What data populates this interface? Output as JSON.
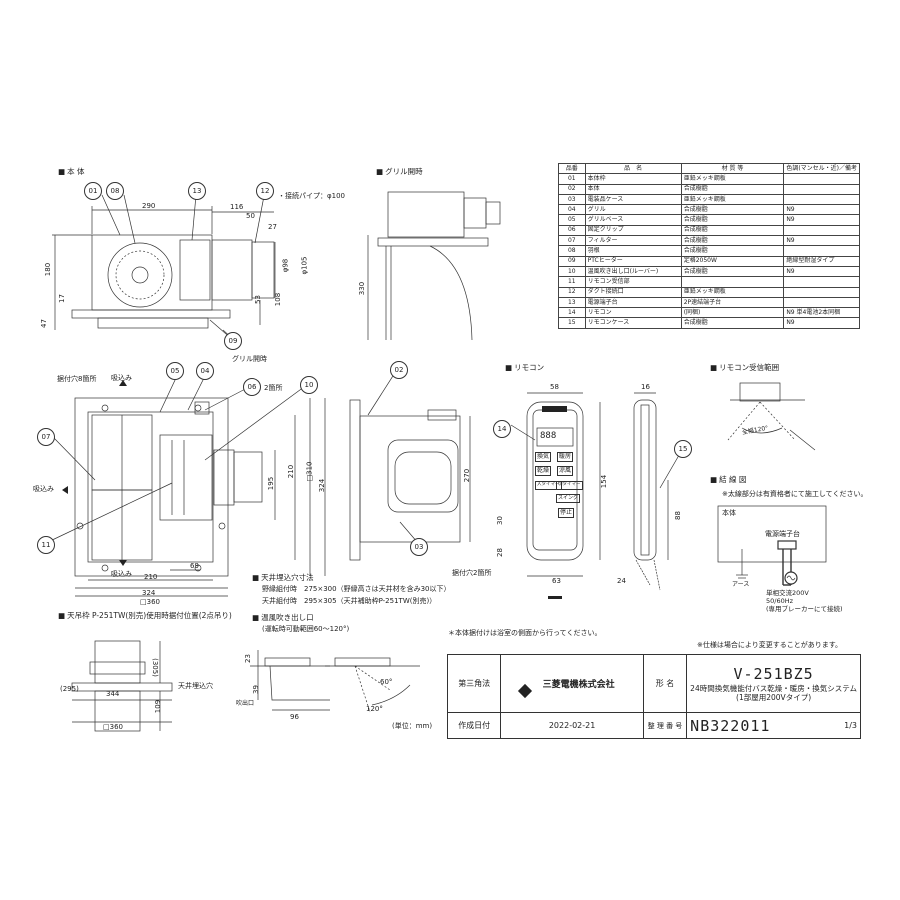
{
  "sections": {
    "body": "本 体",
    "grille_open": "グリル開時",
    "remote": "リモコン",
    "receiver_range": "リモコン受信範囲",
    "wiring": "結 線 図",
    "ceiling_frame": "天吊枠 P-251TW(別売)使用時据付位置(2点吊り)",
    "ceiling_opening": "天井埋込穴寸法",
    "outlet": "温風吹き出し口"
  },
  "parts_table": {
    "headers": [
      "品番",
      "品　名",
      "材 質 等",
      "色調(マンセル・近)／備考"
    ],
    "rows": [
      [
        "01",
        "本体枠",
        "亜鉛メッキ鋼板",
        ""
      ],
      [
        "02",
        "本体",
        "合成樹脂",
        ""
      ],
      [
        "03",
        "電装品ケース",
        "亜鉛メッキ鋼板",
        ""
      ],
      [
        "04",
        "グリル",
        "合成樹脂",
        "N9"
      ],
      [
        "05",
        "グリルベース",
        "合成樹脂",
        "N9"
      ],
      [
        "06",
        "固定クリップ",
        "合成樹脂",
        ""
      ],
      [
        "07",
        "フィルター",
        "合成樹脂",
        "N9"
      ],
      [
        "08",
        "羽根",
        "合成樹脂",
        ""
      ],
      [
        "09",
        "PTCヒーター",
        "定格2050W",
        "絶縁型耐湿タイプ"
      ],
      [
        "10",
        "温風吹き出し口(ルーバー)",
        "合成樹脂",
        "N9"
      ],
      [
        "11",
        "リモコン受信部",
        "",
        ""
      ],
      [
        "12",
        "ダクト接続口",
        "亜鉛メッキ鋼板",
        ""
      ],
      [
        "13",
        "電源端子台",
        "2P速結端子台",
        ""
      ],
      [
        "14",
        "リモコン",
        "(同梱)",
        "N9 単4電池2本同梱"
      ],
      [
        "15",
        "リモコンケース",
        "合成樹脂",
        "N9"
      ]
    ]
  },
  "body_view": {
    "callouts": [
      "01",
      "08",
      "13",
      "12",
      "09"
    ],
    "pipe_note": "・接続パイプ：φ100",
    "dims": [
      "290",
      "116",
      "50",
      "27",
      "180",
      "17",
      "47",
      "53",
      "108",
      "φ98",
      "φ105"
    ]
  },
  "grille_view": {
    "dims": [
      "330"
    ]
  },
  "plan_view": {
    "callouts": [
      "05",
      "04",
      "06",
      "10",
      "07",
      "11"
    ],
    "hole_note": "据付穴8箇所",
    "clip_note": "2箇所",
    "grille_open": "グリル開時",
    "inlet_top": "吸込み",
    "inlet_left": "吸込み",
    "inlet_bottom": "吸込み",
    "dims": [
      "195",
      "210",
      "324",
      "□310",
      "210",
      "69",
      "324",
      "□360"
    ]
  },
  "side_view": {
    "callouts": [
      "02",
      "03"
    ],
    "dims": [
      "270"
    ]
  },
  "remote_view": {
    "callouts": [
      "14",
      "15"
    ],
    "hole_note": "据付穴2箇所",
    "dims": [
      "58",
      "16",
      "154",
      "30",
      "28",
      "63",
      "24",
      "88"
    ],
    "buttons": [
      "換気",
      "暖房",
      "乾燥",
      "涼風",
      "入タイマー",
      "切タイマー",
      "スイング",
      "停止"
    ],
    "display": "888"
  },
  "receiver": {
    "angle": "全幅120°"
  },
  "wiring": {
    "note": "※太線部分は有資格者にて施工してください。",
    "unit": "本体",
    "terminal": "電源端子台",
    "earth": "アース",
    "power": "単相交流200V\n50/60Hz\n(専用ブレーカーにて接続)"
  },
  "ceiling_frame_view": {
    "dims": [
      "(305)",
      "(295)",
      "344",
      "□360",
      "109"
    ],
    "hole_label": "天井埋込穴"
  },
  "ceiling_opening_text": {
    "line1": "野縁組付時　275×300（野縁高さは天井材を含み30以下）",
    "line2": "天井組付時　295×305（天井補助枠P-251TW(別売)）"
  },
  "outlet_text": "(運転時可動範囲60～120°)",
  "outlet_view": {
    "dims": [
      "23",
      "39",
      "96",
      "60°",
      "120°"
    ],
    "outlet_label": "吹出口"
  },
  "notes": {
    "bath_note": "＊本体据付けは浴室の側面から行ってください。",
    "spec_note": "※仕様は場合により変更することがあります。",
    "unit": "(単位：mm)"
  },
  "title_block": {
    "projection": "第三角法",
    "company": "三菱電機株式会社",
    "model_label": "形 名",
    "model": "V-251BZ5",
    "description": "24時間換気機能付バス乾燥・暖房・換気システム",
    "description2": "(1部屋用200Vタイプ)",
    "date_label": "作成日付",
    "date": "2022-02-21",
    "number_label": "整 理 番 号",
    "number": "NB322011",
    "page": "1/3"
  }
}
